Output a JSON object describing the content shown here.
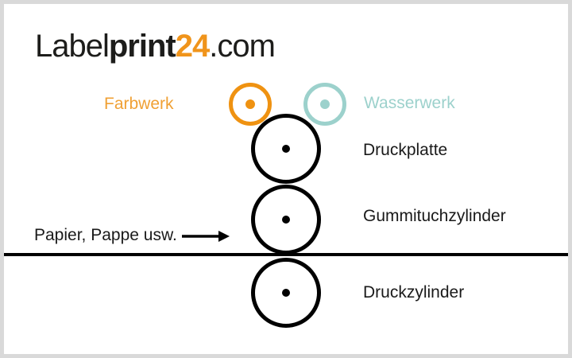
{
  "logo": {
    "part_label": "Label",
    "part_print": "print",
    "part_24": "24",
    "part_com": ".com"
  },
  "diagram": {
    "ink_unit_label": "Farbwerk",
    "dampening_unit_label": "Wasserwerk",
    "cylinders": [
      {
        "label": "Druckplatte"
      },
      {
        "label": "Gummituchzylinder"
      },
      {
        "label": "Druckzylinder"
      }
    ],
    "paper_label": "Papier, Pappe usw."
  },
  "colors": {
    "orange": "#ef9211",
    "orange_text": "#f0a034",
    "logo_orange": "#f0941b",
    "teal": "#9cd1cc",
    "black": "#000000",
    "text": "#1a1a1a",
    "frame_border": "#d9d9d9",
    "background": "#ffffff"
  }
}
